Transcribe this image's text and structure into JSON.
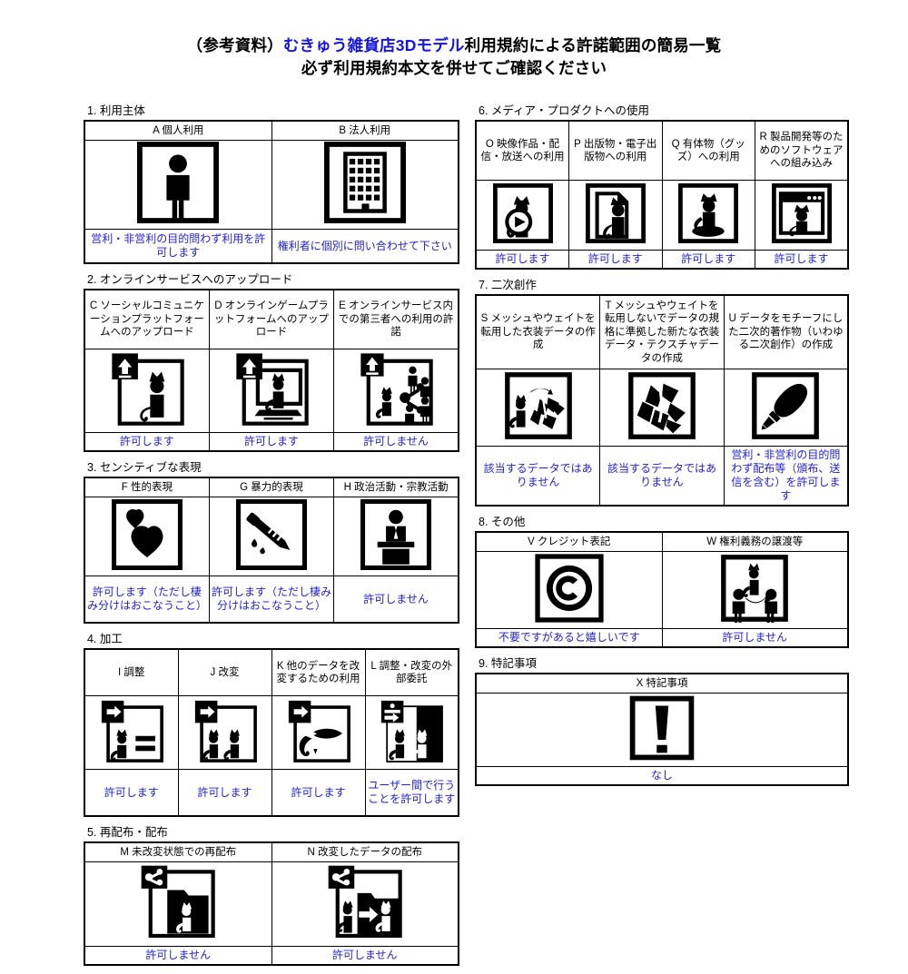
{
  "title": {
    "line1_pre": "（参考資料）",
    "line1_blue": "むきゅう雑貨店3Dモデル",
    "line1_post": "利用規約による許諾範囲の簡易一覧",
    "line2": "必ず利用規約本文を併せてご確認ください"
  },
  "colors": {
    "title_blue": "#1515dd",
    "result_blue": "#2222cc",
    "ink": "#000000",
    "background": "#ffffff"
  },
  "sections": [
    {
      "number": "1.",
      "name": "利用主体",
      "columns": 2,
      "header_lines": 1,
      "result_lines": 2,
      "cells": [
        {
          "code": "A",
          "label": "個人利用",
          "icon": "person-icon",
          "result": "営利・非営利の目的問わず利用を許可します"
        },
        {
          "code": "B",
          "label": "法人利用",
          "icon": "building-icon",
          "result": "権利者に個別に問い合わせて下さい"
        }
      ]
    },
    {
      "number": "2.",
      "name": "オンラインサービスへのアップロード",
      "columns": 3,
      "header_lines": 4,
      "result_lines": 1,
      "cells": [
        {
          "code": "C",
          "label": "ソーシャルコミュニケーションプラットフォームへのアップロード",
          "icon": "upload-cat-icon",
          "result": "許可します"
        },
        {
          "code": "D",
          "label": "オンラインゲームプラットフォームへのアップロード",
          "icon": "upload-cat-monitor-icon",
          "result": "許可します"
        },
        {
          "code": "E",
          "label": "オンラインサービス内での第三者への利用の許諾",
          "icon": "upload-cat-share-people-icon",
          "result": "許可しません"
        }
      ]
    },
    {
      "number": "3.",
      "name": "センシティブな表現",
      "columns": 3,
      "header_lines": 1,
      "result_lines": 3,
      "cells": [
        {
          "code": "F",
          "label": "性的表現",
          "icon": "hearts-icon",
          "result": "許可します（ただし棲み分けはおこなうこと）"
        },
        {
          "code": "G",
          "label": "暴力的表現",
          "icon": "knife-blood-icon",
          "result": "許可します（ただし棲み分けはおこなうこと）"
        },
        {
          "code": "H",
          "label": "政治活動・宗教活動",
          "icon": "podium-speaker-icon",
          "result": "許可しません"
        }
      ]
    },
    {
      "number": "4.",
      "name": "加工",
      "columns": 4,
      "header_lines": 3,
      "result_lines": 3,
      "cells": [
        {
          "code": "I",
          "label": "調整",
          "icon": "arrow-cat-equals-icon",
          "result": "許可します"
        },
        {
          "code": "J",
          "label": "改変",
          "icon": "arrow-cat-cat-icon",
          "result": "許可します"
        },
        {
          "code": "K",
          "label": "他のデータを改変するための利用",
          "icon": "arrow-cat-shape-icon",
          "result": "許可します"
        },
        {
          "code": "L",
          "label": "調整・改変の外部委託",
          "icon": "divide-cat-inverted-icon",
          "result": "ユーザー間で行うことを許可します"
        }
      ]
    },
    {
      "number": "5.",
      "name": "再配布・配布",
      "columns": 2,
      "header_lines": 1,
      "result_lines": 1,
      "cells": [
        {
          "code": "M",
          "label": "未改変状態での再配布",
          "icon": "share-folder-cat-icon",
          "result": "許可しません"
        },
        {
          "code": "N",
          "label": "改変したデータの配布",
          "icon": "share-folder-cat-modified-icon",
          "result": "許可しません"
        }
      ]
    },
    {
      "number": "6.",
      "name": "メディア・プロダクトへの使用",
      "columns": 4,
      "header_lines": 4,
      "result_lines": 1,
      "cells": [
        {
          "code": "O",
          "label": "映像作品・配信・放送への利用",
          "icon": "cat-play-button-icon",
          "result": "許可します"
        },
        {
          "code": "P",
          "label": "出版物・電子出版物への利用",
          "icon": "cat-document-icon",
          "result": "許可します"
        },
        {
          "code": "Q",
          "label": "有体物（グッズ）への利用",
          "icon": "cat-figurine-icon",
          "result": "許可します"
        },
        {
          "code": "R",
          "label": "製品開発等のためのソフトウェアへの組み込み",
          "icon": "cat-window-app-icon",
          "result": "許可します"
        }
      ]
    },
    {
      "number": "7.",
      "name": "二次創作",
      "columns": 3,
      "header_lines": 5,
      "result_lines": 4,
      "cells": [
        {
          "code": "S",
          "label": "メッシュやウェイトを転用した衣装データの作成",
          "icon": "cat-to-costume-icon",
          "result": "該当するデータではありません"
        },
        {
          "code": "T",
          "label": "メッシュやウェイトを転用しないでデータの規格に準拠した新たな衣装データ・テクスチャデータの作成",
          "icon": "costume-icon",
          "result": "該当するデータではありません"
        },
        {
          "code": "U",
          "label": "データをモチーフにした二次的著作物（いわゆる二次創作）の作成",
          "icon": "paintbrush-icon",
          "result": "営利・非営利の目的問わず配布等（頒布、送信を含む）を許可します"
        }
      ]
    },
    {
      "number": "8.",
      "name": "その他",
      "columns": 2,
      "header_lines": 1,
      "result_lines": 1,
      "cells": [
        {
          "code": "V",
          "label": "クレジット表記",
          "icon": "copyright-icon",
          "result": "不要ですがあると嬉しいです"
        },
        {
          "code": "W",
          "label": "権利義務の譲渡等",
          "icon": "cat-transfer-people-icon",
          "result": "許可しません"
        }
      ]
    },
    {
      "number": "9.",
      "name": "特記事項",
      "columns": 1,
      "header_lines": 1,
      "result_lines": 1,
      "cells": [
        {
          "code": "X",
          "label": "特記事項",
          "icon": "exclamation-icon",
          "result": "なし"
        }
      ]
    }
  ]
}
